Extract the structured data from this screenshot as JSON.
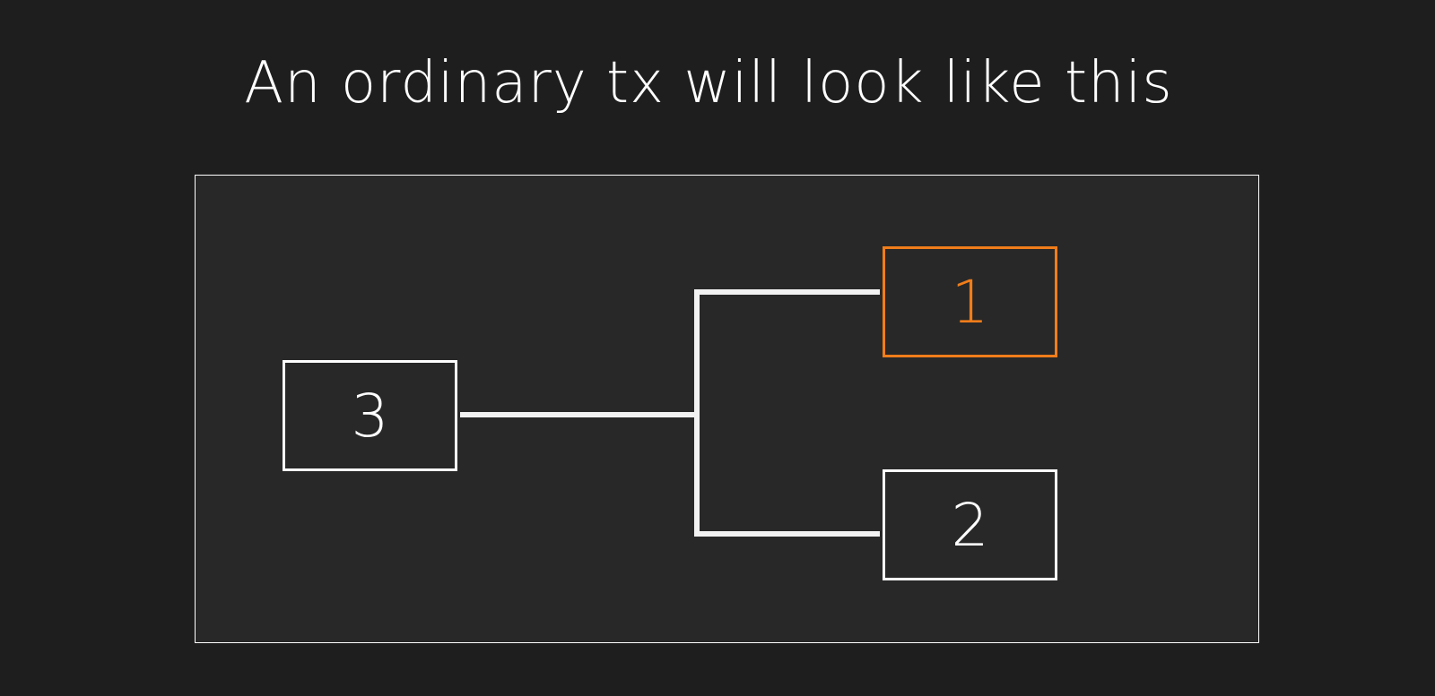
{
  "slide": {
    "title": "An ordinary tx will look like this"
  },
  "diagram": {
    "input_node": {
      "label": "3"
    },
    "output_nodes": [
      {
        "label": "1",
        "highlighted": true
      },
      {
        "label": "2",
        "highlighted": false
      }
    ],
    "colors": {
      "background": "#1e1e1e",
      "panel": "#282828",
      "line": "#f2f2f2",
      "highlight": "#f07d1a"
    }
  }
}
